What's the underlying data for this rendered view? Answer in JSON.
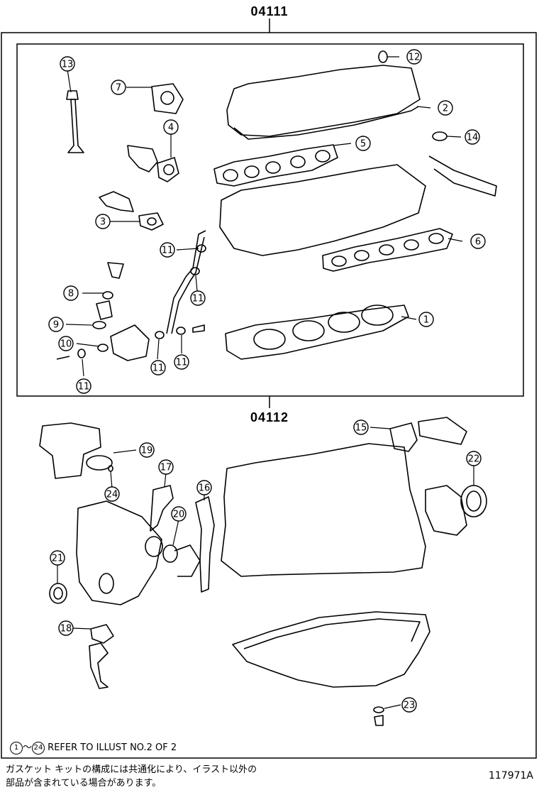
{
  "kits": {
    "upper": "04111",
    "lower": "04112"
  },
  "callouts": [
    {
      "id": "1"
    },
    {
      "id": "2"
    },
    {
      "id": "3"
    },
    {
      "id": "4"
    },
    {
      "id": "5"
    },
    {
      "id": "6"
    },
    {
      "id": "7"
    },
    {
      "id": "8"
    },
    {
      "id": "9"
    },
    {
      "id": "10"
    },
    {
      "id": "11"
    },
    {
      "id": "12"
    },
    {
      "id": "13"
    },
    {
      "id": "14"
    },
    {
      "id": "15"
    },
    {
      "id": "16"
    },
    {
      "id": "17"
    },
    {
      "id": "18"
    },
    {
      "id": "19"
    },
    {
      "id": "20"
    },
    {
      "id": "21"
    },
    {
      "id": "22"
    },
    {
      "id": "23"
    },
    {
      "id": "24"
    }
  ],
  "note": {
    "range_start": "1",
    "tilde": "～",
    "range_end": "24",
    "text": "REFER TO ILLUST NO.2 OF 2"
  },
  "japanese_note": {
    "line1": "ガスケット キットの構成には共通化により、イラスト以外の",
    "line2": "部品が含まれている場合があります。"
  },
  "figure_id": "117971A"
}
